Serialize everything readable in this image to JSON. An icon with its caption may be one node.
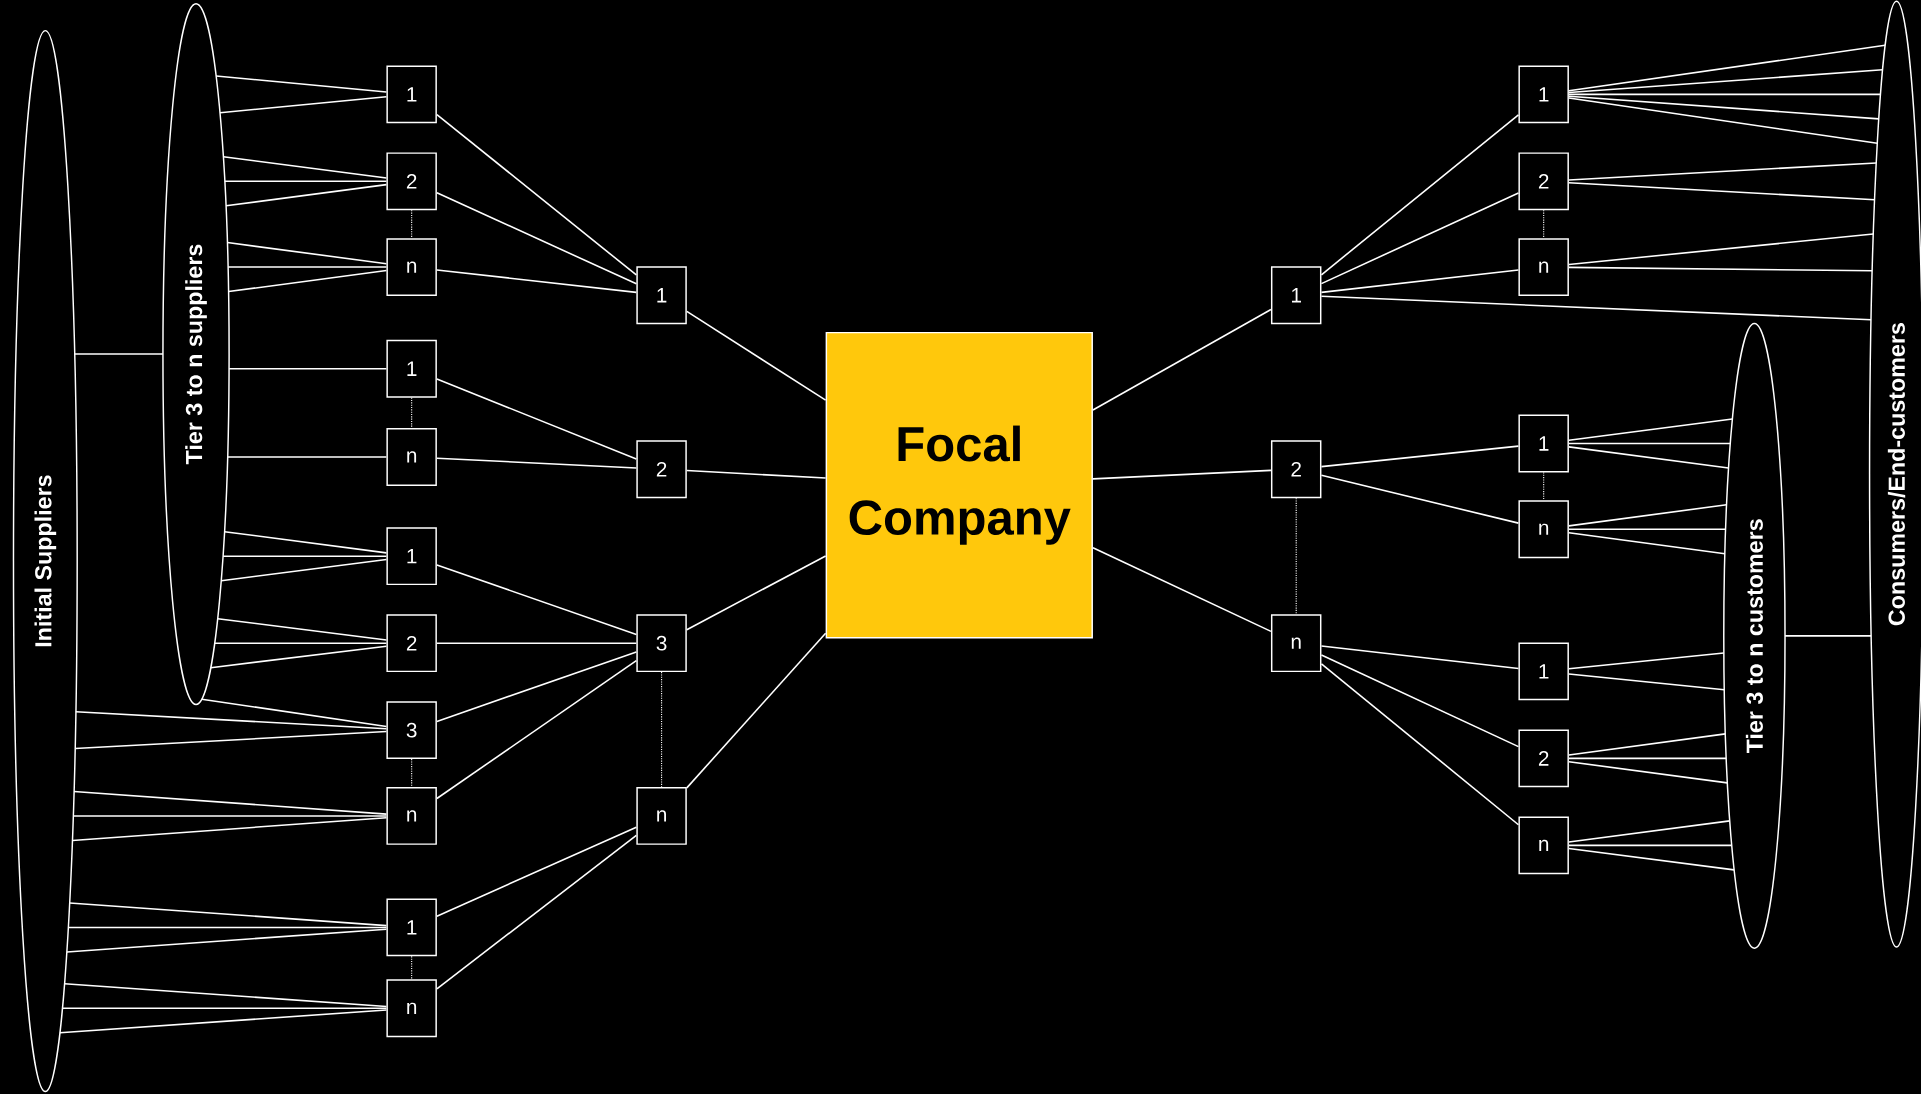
{
  "diagram": {
    "nodes": [
      {
        "text": [
          "Initial Suppliers"
        ]
      },
      {
        "text": [
          "Tier 3 to n suppliers"
        ]
      },
      {
        "text": [
          "1"
        ]
      },
      {
        "text": [
          "2"
        ]
      },
      {
        "text": [
          "n"
        ]
      },
      {
        "text": [
          "1"
        ]
      },
      {
        "text": [
          "n"
        ]
      },
      {
        "text": [
          "1"
        ]
      },
      {
        "text": [
          "2"
        ]
      },
      {
        "text": [
          "3"
        ]
      },
      {
        "text": [
          "n"
        ]
      },
      {
        "text": [
          "1"
        ]
      },
      {
        "text": [
          "n"
        ]
      },
      {
        "text": [
          "1"
        ]
      },
      {
        "text": [
          "2"
        ]
      },
      {
        "text": [
          "3"
        ]
      },
      {
        "text": [
          "n"
        ]
      },
      {
        "text": [
          "Focal Company"
        ]
      },
      {
        "text": [
          "1"
        ]
      },
      {
        "text": [
          "2"
        ]
      },
      {
        "text": [
          "n"
        ]
      },
      {
        "text": [
          "1"
        ]
      },
      {
        "text": [
          "2"
        ]
      },
      {
        "text": [
          "n"
        ]
      },
      {
        "text": [
          "1"
        ]
      },
      {
        "text": [
          "n"
        ]
      },
      {
        "text": [
          "1"
        ]
      },
      {
        "text": [
          "2"
        ]
      },
      {
        "text": [
          "n"
        ]
      },
      {
        "text": [
          "Tier 3 to n customers"
        ]
      },
      {
        "text": [
          "Consumers/End-customers"
        ]
      }
    ],
    "edges": [
      {
        "from": 1,
        "to": 2,
        "arrow": "none"
      },
      {
        "from": 1,
        "to": 2,
        "arrow": "none"
      },
      {
        "from": 1,
        "to": 3,
        "arrow": "none"
      },
      {
        "from": 1,
        "to": 3,
        "arrow": "none"
      },
      {
        "from": 1,
        "to": 3,
        "arrow": "none"
      },
      {
        "from": 1,
        "to": 4,
        "arrow": "none"
      },
      {
        "from": 1,
        "to": 4,
        "arrow": "none"
      },
      {
        "from": 1,
        "to": 4,
        "arrow": "none"
      },
      {
        "from": 1,
        "to": 5,
        "arrow": "none"
      },
      {
        "from": 1,
        "to": 6,
        "arrow": "none"
      },
      {
        "from": 1,
        "to": 7,
        "arrow": "none"
      },
      {
        "from": 1,
        "to": 7,
        "arrow": "none"
      },
      {
        "from": 1,
        "to": 7,
        "arrow": "none"
      },
      {
        "from": 1,
        "to": 8,
        "arrow": "none"
      },
      {
        "from": 1,
        "to": 8,
        "arrow": "none"
      },
      {
        "from": 1,
        "to": 8,
        "arrow": "none"
      },
      {
        "from": 1,
        "to": 9,
        "arrow": "none"
      },
      {
        "from": 0,
        "to": 9,
        "arrow": "none"
      },
      {
        "from": 0,
        "to": 9,
        "arrow": "none"
      },
      {
        "from": 0,
        "to": 10,
        "arrow": "none"
      },
      {
        "from": 0,
        "to": 10,
        "arrow": "none"
      },
      {
        "from": 0,
        "to": 10,
        "arrow": "none"
      },
      {
        "from": 0,
        "to": 11,
        "arrow": "none"
      },
      {
        "from": 0,
        "to": 11,
        "arrow": "none"
      },
      {
        "from": 0,
        "to": 11,
        "arrow": "none"
      },
      {
        "from": 0,
        "to": 12,
        "arrow": "none"
      },
      {
        "from": 0,
        "to": 12,
        "arrow": "none"
      },
      {
        "from": 0,
        "to": 12,
        "arrow": "none"
      },
      {
        "from": 0,
        "to": 1,
        "arrow": "none"
      },
      {
        "from": 3,
        "to": 4,
        "arrow": "none",
        "style": "dashed"
      },
      {
        "from": 5,
        "to": 6,
        "arrow": "none",
        "style": "dashed"
      },
      {
        "from": 9,
        "to": 10,
        "arrow": "none",
        "style": "dashed"
      },
      {
        "from": 11,
        "to": 12,
        "arrow": "none",
        "style": "dashed"
      },
      {
        "from": 15,
        "to": 16,
        "arrow": "none",
        "style": "dashed"
      },
      {
        "from": 2,
        "to": 13,
        "arrow": "none"
      },
      {
        "from": 3,
        "to": 13,
        "arrow": "none"
      },
      {
        "from": 4,
        "to": 13,
        "arrow": "none"
      },
      {
        "from": 5,
        "to": 14,
        "arrow": "none"
      },
      {
        "from": 6,
        "to": 14,
        "arrow": "none"
      },
      {
        "from": 7,
        "to": 15,
        "arrow": "none"
      },
      {
        "from": 8,
        "to": 15,
        "arrow": "none"
      },
      {
        "from": 9,
        "to": 15,
        "arrow": "none"
      },
      {
        "from": 10,
        "to": 15,
        "arrow": "none"
      },
      {
        "from": 11,
        "to": 16,
        "arrow": "none"
      },
      {
        "from": 12,
        "to": 16,
        "arrow": "none"
      },
      {
        "from": 13,
        "to": 17,
        "arrow": "none"
      },
      {
        "from": 14,
        "to": 17,
        "arrow": "none"
      },
      {
        "from": 15,
        "to": 17,
        "arrow": "none"
      },
      {
        "from": 16,
        "to": 17,
        "arrow": "none"
      },
      {
        "from": 17,
        "to": 18,
        "arrow": "none"
      },
      {
        "from": 17,
        "to": 19,
        "arrow": "none"
      },
      {
        "from": 17,
        "to": 20,
        "arrow": "none"
      },
      {
        "from": 19,
        "to": 20,
        "arrow": "none",
        "style": "dashed"
      },
      {
        "from": 22,
        "to": 23,
        "arrow": "none",
        "style": "dashed"
      },
      {
        "from": 24,
        "to": 25,
        "arrow": "none",
        "style": "dashed"
      },
      {
        "from": 18,
        "to": 21,
        "arrow": "none"
      },
      {
        "from": 18,
        "to": 22,
        "arrow": "none"
      },
      {
        "from": 18,
        "to": 23,
        "arrow": "none"
      },
      {
        "from": 19,
        "to": 24,
        "arrow": "none"
      },
      {
        "from": 19,
        "to": 25,
        "arrow": "none"
      },
      {
        "from": 20,
        "to": 26,
        "arrow": "none"
      },
      {
        "from": 20,
        "to": 27,
        "arrow": "none"
      },
      {
        "from": 20,
        "to": 28,
        "arrow": "none"
      },
      {
        "from": 18,
        "to": 30,
        "arrow": "none"
      },
      {
        "from": 21,
        "to": 30,
        "arrow": "none"
      },
      {
        "from": 21,
        "to": 30,
        "arrow": "none"
      },
      {
        "from": 21,
        "to": 30,
        "arrow": "none"
      },
      {
        "from": 21,
        "to": 30,
        "arrow": "none"
      },
      {
        "from": 21,
        "to": 30,
        "arrow": "none"
      },
      {
        "from": 22,
        "to": 30,
        "arrow": "none"
      },
      {
        "from": 22,
        "to": 30,
        "arrow": "none"
      },
      {
        "from": 23,
        "to": 30,
        "arrow": "none"
      },
      {
        "from": 23,
        "to": 30,
        "arrow": "none"
      },
      {
        "from": 24,
        "to": 29,
        "arrow": "none"
      },
      {
        "from": 24,
        "to": 29,
        "arrow": "none"
      },
      {
        "from": 24,
        "to": 29,
        "arrow": "none"
      },
      {
        "from": 25,
        "to": 29,
        "arrow": "none"
      },
      {
        "from": 25,
        "to": 29,
        "arrow": "none"
      },
      {
        "from": 25,
        "to": 29,
        "arrow": "none"
      },
      {
        "from": 26,
        "to": 29,
        "arrow": "none"
      },
      {
        "from": 26,
        "to": 29,
        "arrow": "none"
      },
      {
        "from": 27,
        "to": 29,
        "arrow": "none"
      },
      {
        "from": 27,
        "to": 29,
        "arrow": "none"
      },
      {
        "from": 27,
        "to": 29,
        "arrow": "none"
      },
      {
        "from": 28,
        "to": 29,
        "arrow": "none"
      },
      {
        "from": 28,
        "to": 29,
        "arrow": "none"
      },
      {
        "from": 28,
        "to": 29,
        "arrow": "none"
      },
      {
        "from": 29,
        "to": 30,
        "arrow": "none"
      }
    ]
  }
}
